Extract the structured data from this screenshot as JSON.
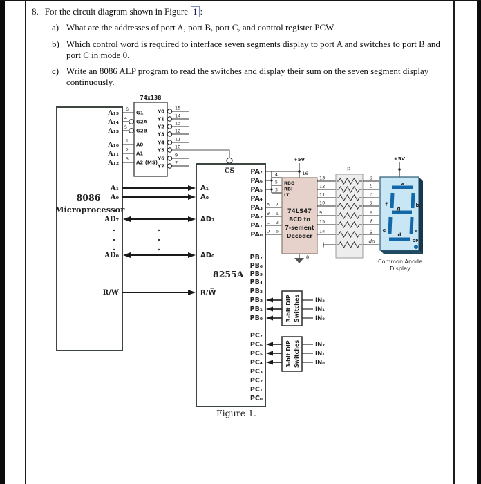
{
  "question": {
    "number": "8.",
    "intro": "For the circuit diagram shown in Figure",
    "figure_ref": "1",
    "colon": ":",
    "parts": [
      {
        "label": "a)",
        "text": "What are the addresses of port A, port B, port C, and control register PCW."
      },
      {
        "label": "b)",
        "text": "Which control word is required to interface seven segments display to port A and switches to port B and port C in mode 0."
      },
      {
        "label": "c)",
        "text": "Write an 8086 ALP program to read the switches and display their sum on the seven segment display continuously."
      }
    ]
  },
  "diagram": {
    "vcc": "+5V",
    "cpu": {
      "title": "8086",
      "subtitle": "Microprocessor",
      "addr": [
        "A₁₅",
        "A₁₄",
        "A₁₃",
        "A₁₀",
        "A₁₁",
        "A₁₂"
      ],
      "bus": [
        "A₁",
        "A₀",
        "AD₇",
        "AD₀",
        "R/W̅"
      ]
    },
    "dec138": {
      "title": "74x138",
      "left": [
        "G1",
        "G2A",
        "G2B",
        "A0",
        "A1",
        "A2 (MS)"
      ],
      "left_nums": [
        "6",
        "4",
        "5",
        "1",
        "2",
        "3"
      ],
      "y": [
        "Y0",
        "Y1",
        "Y2",
        "Y3",
        "Y4",
        "Y5",
        "Y6",
        "Y7"
      ],
      "y_nums": [
        "15",
        "14",
        "13",
        "12",
        "11",
        "10",
        "9",
        "7"
      ]
    },
    "ppi": {
      "title": "8255A",
      "cs": "C̅S̅",
      "left": [
        "A₁",
        "A₀",
        "AD₇",
        "AD₀",
        "R/W̅"
      ],
      "pa": [
        "PA₇",
        "PA₆",
        "PA₅",
        "PA₄",
        "PA₃",
        "PA₂",
        "PA₁",
        "PA₀"
      ],
      "pb": [
        "PB₇",
        "PB₆",
        "PB₅",
        "PB₄",
        "PB₃",
        "PB₂",
        "PB₁",
        "PB₀"
      ],
      "pc": [
        "PC₇",
        "PC₆",
        "PC₅",
        "PC₄",
        "PC₃",
        "PC₂",
        "PC₁",
        "PC₀"
      ]
    },
    "bcd": {
      "title": "74LS47",
      "line2": "BCD to",
      "line3": "7-sement",
      "line4": "Decoder",
      "ctrl": [
        "RBO",
        "RBI",
        "LT"
      ],
      "ctrl_nums": [
        "4",
        "5",
        "3"
      ],
      "in_letters": [
        "A",
        "B",
        "C",
        "D"
      ],
      "in_nums": [
        "7",
        "1",
        "2",
        "6"
      ],
      "out_nums": [
        "13",
        "12",
        "11",
        "10",
        "9",
        "15",
        "14"
      ],
      "vcc_pin": "16",
      "gnd_pin": "8"
    },
    "res_label": "R",
    "net_letters": [
      "a",
      "b",
      "c",
      "d",
      "e",
      "f",
      "g",
      "dp"
    ],
    "display": {
      "segs": [
        "a",
        "b",
        "c",
        "d",
        "e",
        "f",
        "g"
      ],
      "dp": "DP",
      "caption1": "Common Anode",
      "caption2": "Display"
    },
    "sw": {
      "line1": "3-bit DIP",
      "line2": "Switches",
      "ins": [
        "IN₂",
        "IN₁",
        "IN₀"
      ]
    },
    "figure": "Figure 1."
  }
}
